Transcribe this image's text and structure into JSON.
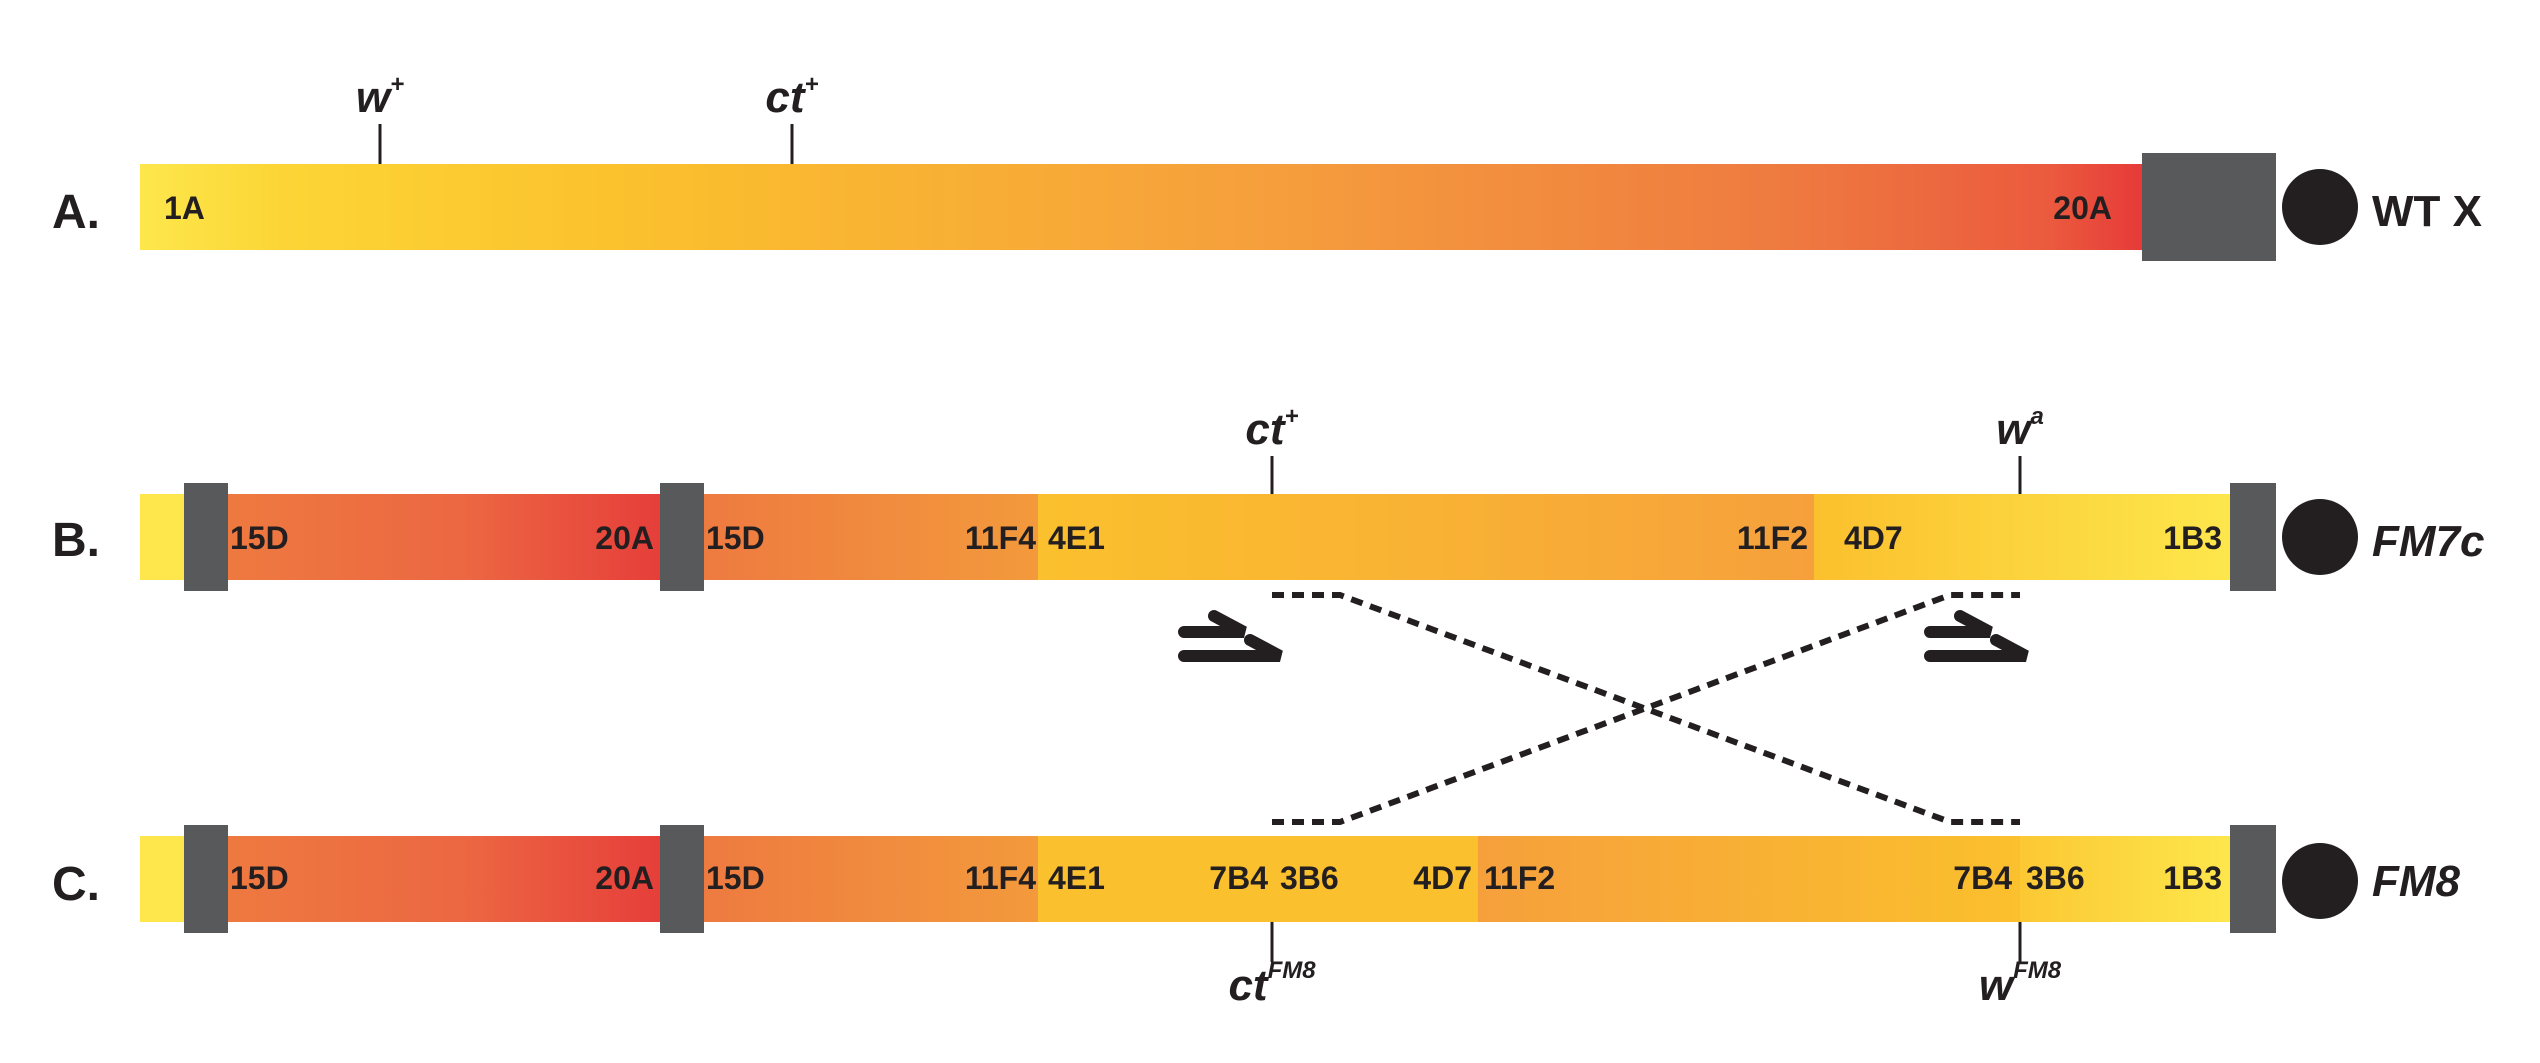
{
  "rows": {
    "a": {
      "label": "A.",
      "name": "WT X",
      "bands": {
        "b1": "1A",
        "b2": "20A"
      },
      "genes": {
        "w": {
          "base": "w",
          "sup": "+"
        },
        "ct": {
          "base": "ct",
          "sup": "+"
        }
      }
    },
    "b": {
      "label": "B.",
      "name": "FM7c",
      "bands": {
        "b1": "15D",
        "b2": "20A",
        "b3": "15D",
        "b4": "11F4",
        "b5": "4E1",
        "b6": "11F2",
        "b7": "4D7",
        "b8": "1B3"
      },
      "genes": {
        "ct": {
          "base": "ct",
          "sup": "+"
        },
        "w": {
          "base": "w",
          "sup": "a"
        }
      }
    },
    "c": {
      "label": "C.",
      "name": "FM8",
      "bands": {
        "b1": "15D",
        "b2": "20A",
        "b3": "15D",
        "b4": "11F4",
        "b5": "4E1",
        "b6": "7B4",
        "b7": "3B6",
        "b8": "4D7",
        "b9": "11F2",
        "b10": "7B4",
        "b11": "3B6",
        "b12": "1B3"
      },
      "genes": {
        "ct": {
          "base": "ct",
          "sup": "FM8"
        },
        "w": {
          "base": "w",
          "sup": "FM8"
        }
      }
    }
  },
  "colors": {
    "yellow": "#fde74c",
    "gold": "#fbc02d",
    "orange": "#f6a03c",
    "deep_orange": "#ee7a40",
    "red": "#e63838",
    "block_gray": "#58595b",
    "ink": "#231f20"
  }
}
